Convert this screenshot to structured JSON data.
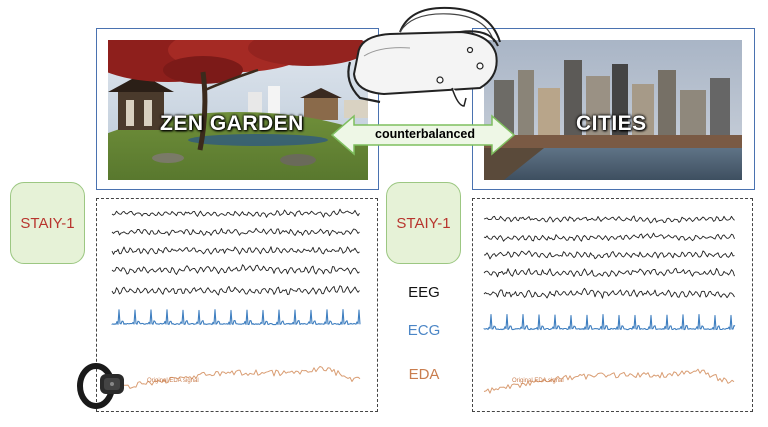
{
  "scenes": {
    "left_label": "ZEN GARDEN",
    "right_label": "CITIES",
    "arrow_label": "counterbalanced"
  },
  "questionnaire": {
    "left": "STAIY-1",
    "right": "STAIY-1"
  },
  "channels": {
    "eeg": "EEG",
    "ecg": "ECG",
    "eda": "EDA"
  },
  "eda_caption": "Original EDA signal",
  "colors": {
    "frame_border": "#4a72b0",
    "stai_fill": "#e6f2d7",
    "stai_border": "#9cc782",
    "stai_text": "#b8352e",
    "eeg_line": "#222222",
    "ecg_line": "#3f7fc0",
    "ecg_label": "#4c86c6",
    "eda_line": "#d99d73",
    "eda_label": "#c97d4e",
    "arrow_fill": "#eef7e6",
    "arrow_stroke": "#7fbf5f"
  },
  "icons": {
    "headset": "vr-headset-icon",
    "wristband": "wristband-sensor-icon"
  }
}
